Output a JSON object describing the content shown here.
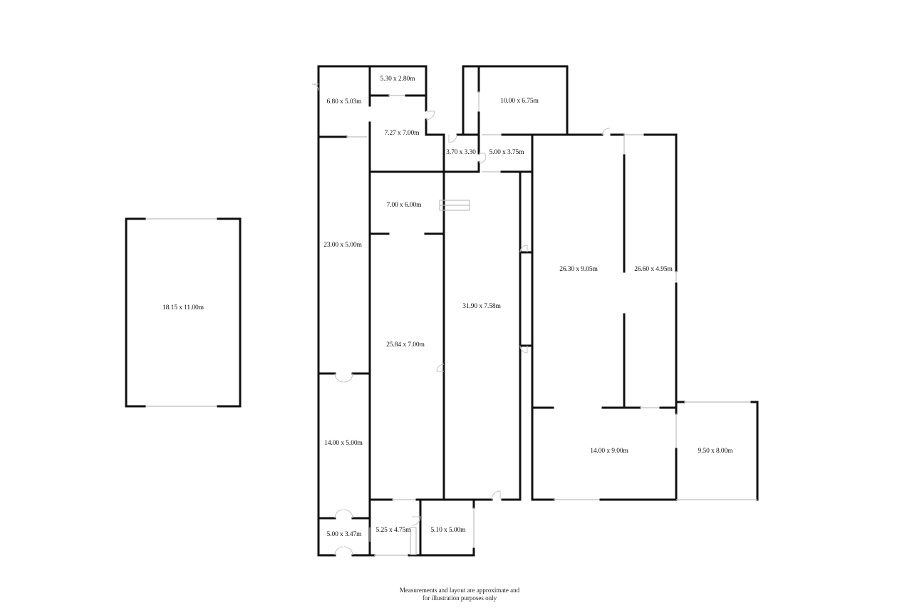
{
  "rooms": {
    "outbuilding": "18.15 x 11.00m",
    "r_6_80": "6.80 x 5.03m",
    "r_5_30": "5.30 x 2.80m",
    "r_7_27": "7.27 x 7.00m",
    "r_10_00": "10.00 x 6.75m",
    "r_3_70": "3.70 x 3.30",
    "r_5_00_375": "5.00 x 3.75m",
    "r_7_00_600": "7.00 x 6.00m",
    "r_23_00": "23.00 x 5.00m",
    "r_31_90": "31.90 x 7.58m",
    "r_25_84": "25.84 x 7.00m",
    "r_26_30": "26.30 x 9.05m",
    "r_26_60": "26.60 x 4.95m",
    "r_14_00_500": "14.00 x 5.00m",
    "r_14_00_900": "14.00 x 9.00m",
    "r_9_50": "9.50 x 8.00m",
    "r_5_00_347": "5.00 x 3.47m",
    "r_5_25": "5.25 x 4.75m",
    "r_5_10": "5.10 x 5.00m"
  },
  "disclaimer": {
    "line1": "Measurements and layout are approximate and",
    "line2": "for illustration purposes only"
  }
}
